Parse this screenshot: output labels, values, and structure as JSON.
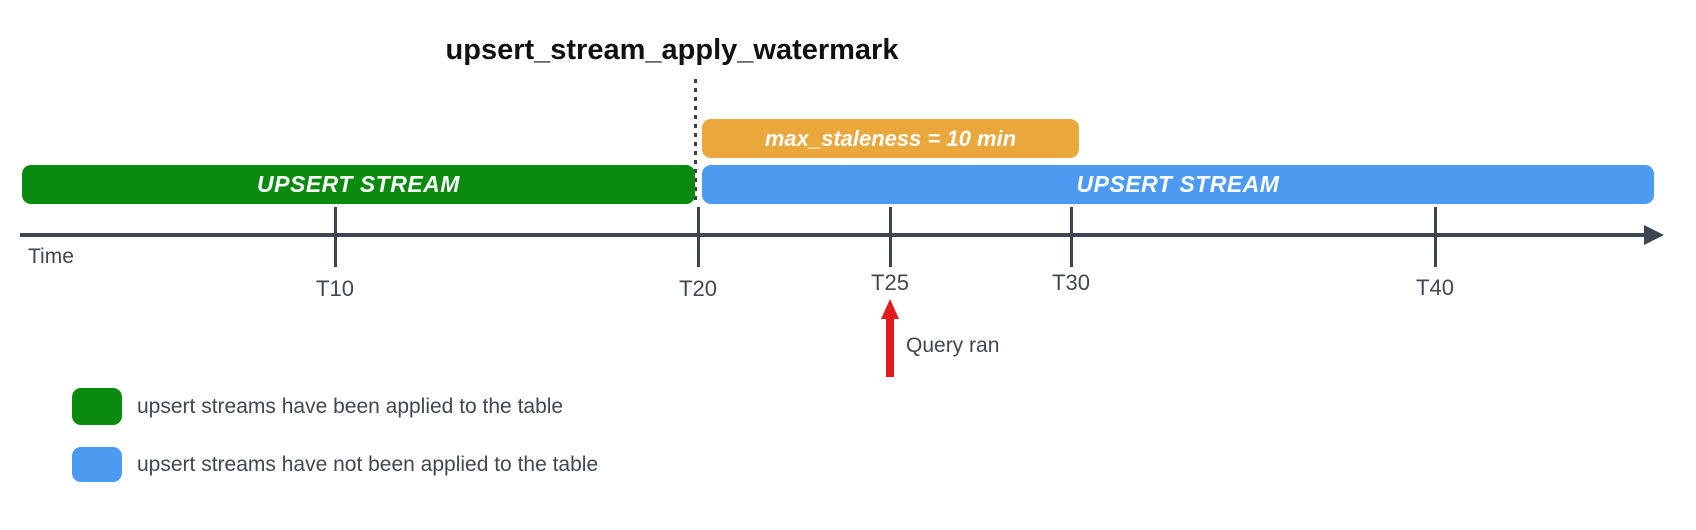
{
  "title": "upsert_stream_apply_watermark",
  "staleness_box": {
    "label": "max_staleness = 10 min",
    "color": "#eaa73c"
  },
  "bars": {
    "applied": {
      "label": "UPSERT STREAM",
      "color": "#0b8a10"
    },
    "unapplied": {
      "label": "UPSERT STREAM",
      "color": "#4d9af3"
    }
  },
  "timeline": {
    "axis_label": "Time",
    "axis_color": "#3c4650",
    "ticks": [
      {
        "label": "T10"
      },
      {
        "label": "T20"
      },
      {
        "label": "T25"
      },
      {
        "label": "T30"
      },
      {
        "label": "T40"
      }
    ]
  },
  "query_marker": {
    "label": "Query ran",
    "arrow_color": "#e31b1c"
  },
  "legend": {
    "items": [
      {
        "swatch_color": "#0b8a10",
        "label": "upsert streams have been applied to the table"
      },
      {
        "swatch_color": "#4d9af3",
        "label": "upsert streams have not been applied to the table"
      }
    ]
  }
}
